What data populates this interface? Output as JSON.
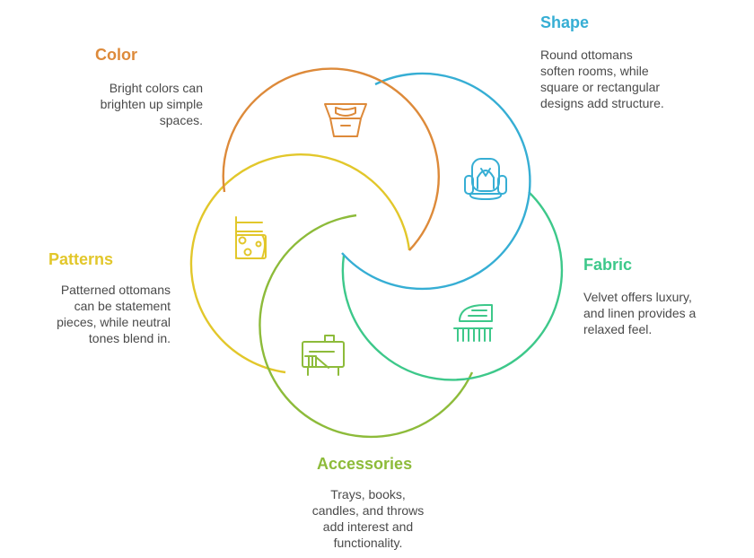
{
  "colors": {
    "color": "#DD8A3A",
    "shape": "#36AED4",
    "fabric": "#3DC88A",
    "accessories": "#8DBB3A",
    "patterns": "#E2C72B",
    "text": "#4a4a4a"
  },
  "segments": [
    {
      "id": "color",
      "title": "Color",
      "description": "Bright colors can brighten up simple spaces.",
      "icon": "basket-icon"
    },
    {
      "id": "shape",
      "title": "Shape",
      "description": "Round ottomans soften rooms, while square or rectangular designs add structure.",
      "icon": "armchair-icon"
    },
    {
      "id": "fabric",
      "title": "Fabric",
      "description": "Velvet offers luxury, and linen provides a relaxed feel.",
      "icon": "fabric-iron-icon"
    },
    {
      "id": "accessories",
      "title": "Accessories",
      "description": "Trays, books, candles, and throws add interest and functionality.",
      "icon": "tray-cabinet-icon"
    },
    {
      "id": "patterns",
      "title": "Patterns",
      "description": "Patterned ottomans can be statement pieces, while neutral tones blend in.",
      "icon": "patterned-ottoman-icon"
    }
  ]
}
